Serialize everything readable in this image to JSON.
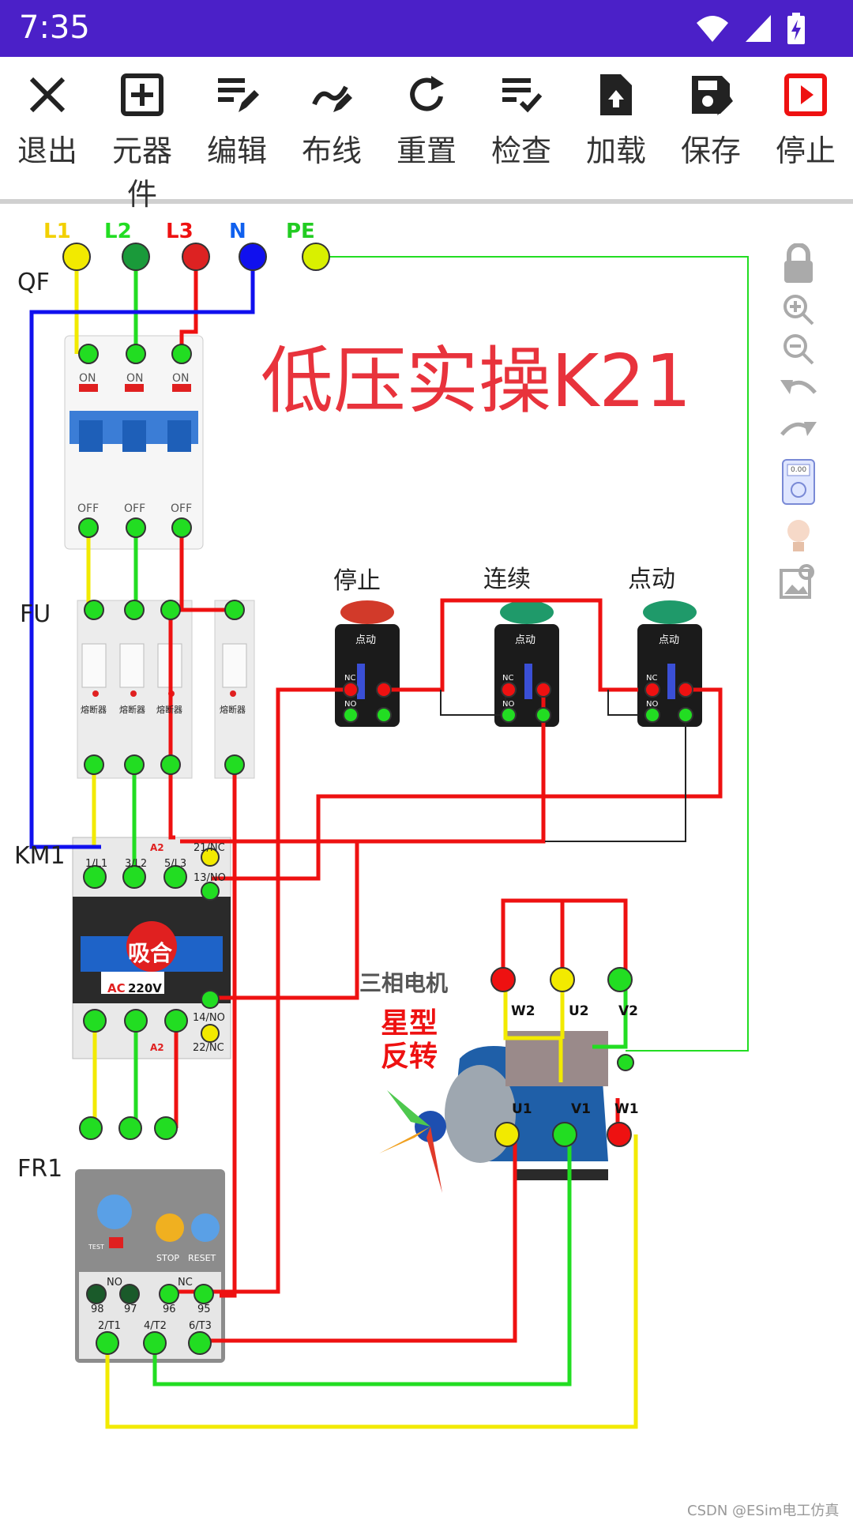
{
  "status": {
    "time": "7:35"
  },
  "toolbar": {
    "exit": "退出",
    "components": "元器件",
    "edit": "编辑",
    "wiring": "布线",
    "reset": "重置",
    "check": "检查",
    "load": "加载",
    "save": "保存",
    "stop": "停止"
  },
  "canvas": {
    "title": "低压实操K21",
    "supply": {
      "l1": "L1",
      "l2": "L2",
      "l3": "L3",
      "n": "N",
      "pe": "PE"
    },
    "labels": {
      "qf": "QF",
      "fu": "FU",
      "km1": "KM1",
      "fr1": "FR1"
    },
    "breaker": {
      "on": "ON",
      "off": "OFF"
    },
    "fuse": {
      "label": "熔断器"
    },
    "buttons": {
      "stop": "停止",
      "continuous": "连续",
      "jog": "点动",
      "cap": "点动",
      "nc": "NC",
      "no": "NO"
    },
    "contactor": {
      "state": "吸合",
      "ac": "AC",
      "voltage": "220V",
      "terminals_top": [
        "1/L1",
        "3/L2",
        "5/L3"
      ],
      "a2_top": "A2",
      "aux_nc_top": "21/NC",
      "aux_no_top": "13/NO",
      "aux_no_bottom": "14/NO",
      "aux_nc_bottom": "22/NC",
      "a2_bottom": "A2"
    },
    "relay": {
      "stop": "STOP",
      "reset": "RESET",
      "test": "TEST",
      "no": "NO",
      "nc": "NC",
      "t98": "98",
      "t97": "97",
      "t96": "96",
      "t95": "95",
      "out": [
        "2/T1",
        "4/T2",
        "6/T3"
      ]
    },
    "motor": {
      "title": "三相电机",
      "mode1": "星型",
      "mode2": "反转",
      "top": [
        "W2",
        "U2",
        "V2"
      ],
      "bottom": [
        "U1",
        "V1",
        "W1"
      ]
    },
    "multimeter": "0.00",
    "watermark": "CSDN @ESim电工仿真"
  },
  "colors": {
    "l1": "#f2ea00",
    "l2": "#22dd22",
    "l3": "#ee1111",
    "n": "#1010ee",
    "status_bar": "#4b20c8",
    "title": "#e8333c"
  }
}
